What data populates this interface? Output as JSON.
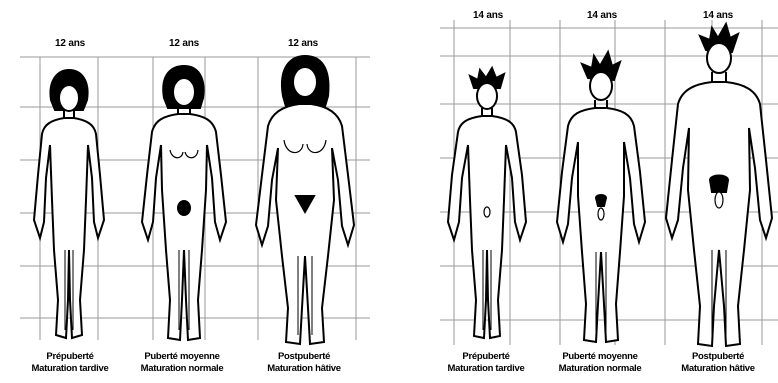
{
  "girls": {
    "figures": [
      {
        "age": "12 ans",
        "stage": "Prépuberté",
        "maturation": "Maturation tardive"
      },
      {
        "age": "12 ans",
        "stage": "Puberté moyenne",
        "maturation": "Maturation normale"
      },
      {
        "age": "12 ans",
        "stage": "Postpuberté",
        "maturation": "Maturation hâtive"
      }
    ]
  },
  "boys": {
    "figures": [
      {
        "age": "14 ans",
        "stage": "Prépuberté",
        "maturation": "Maturation tardive"
      },
      {
        "age": "14 ans",
        "stage": "Puberté moyenne",
        "maturation": "Maturation normale"
      },
      {
        "age": "14 ans",
        "stage": "Postpuberté",
        "maturation": "Maturation hâtive"
      }
    ]
  }
}
